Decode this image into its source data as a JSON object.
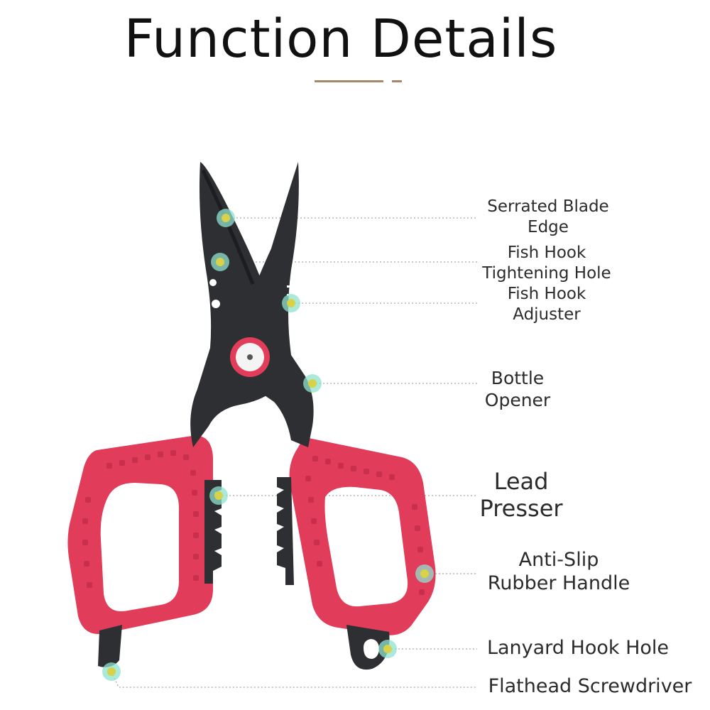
{
  "title": "Function Details",
  "colors": {
    "accent_line": "#a88668",
    "blade": "#2d2f33",
    "handle": "#e23c5b",
    "leader": "#b5b5b5",
    "marker_core": "#d8d24a",
    "marker_glow": "#8fe3cf"
  },
  "callouts": [
    {
      "id": "serrated",
      "lines": [
        "Serrated Blade",
        "Edge"
      ]
    },
    {
      "id": "tightening",
      "lines": [
        "Fish Hook",
        "Tightening Hole"
      ]
    },
    {
      "id": "adjuster",
      "lines": [
        "Fish Hook",
        "Adjuster"
      ]
    },
    {
      "id": "bottle",
      "lines": [
        "Bottle",
        "Opener"
      ]
    },
    {
      "id": "lead",
      "lines": [
        "Lead",
        "Presser"
      ]
    },
    {
      "id": "antislip",
      "lines": [
        "Anti-Slip",
        "Rubber Handle"
      ]
    },
    {
      "id": "lanyard",
      "lines": [
        "Lanyard Hook Hole"
      ]
    },
    {
      "id": "screwdriver",
      "lines": [
        "Flathead Screwdriver"
      ]
    }
  ]
}
